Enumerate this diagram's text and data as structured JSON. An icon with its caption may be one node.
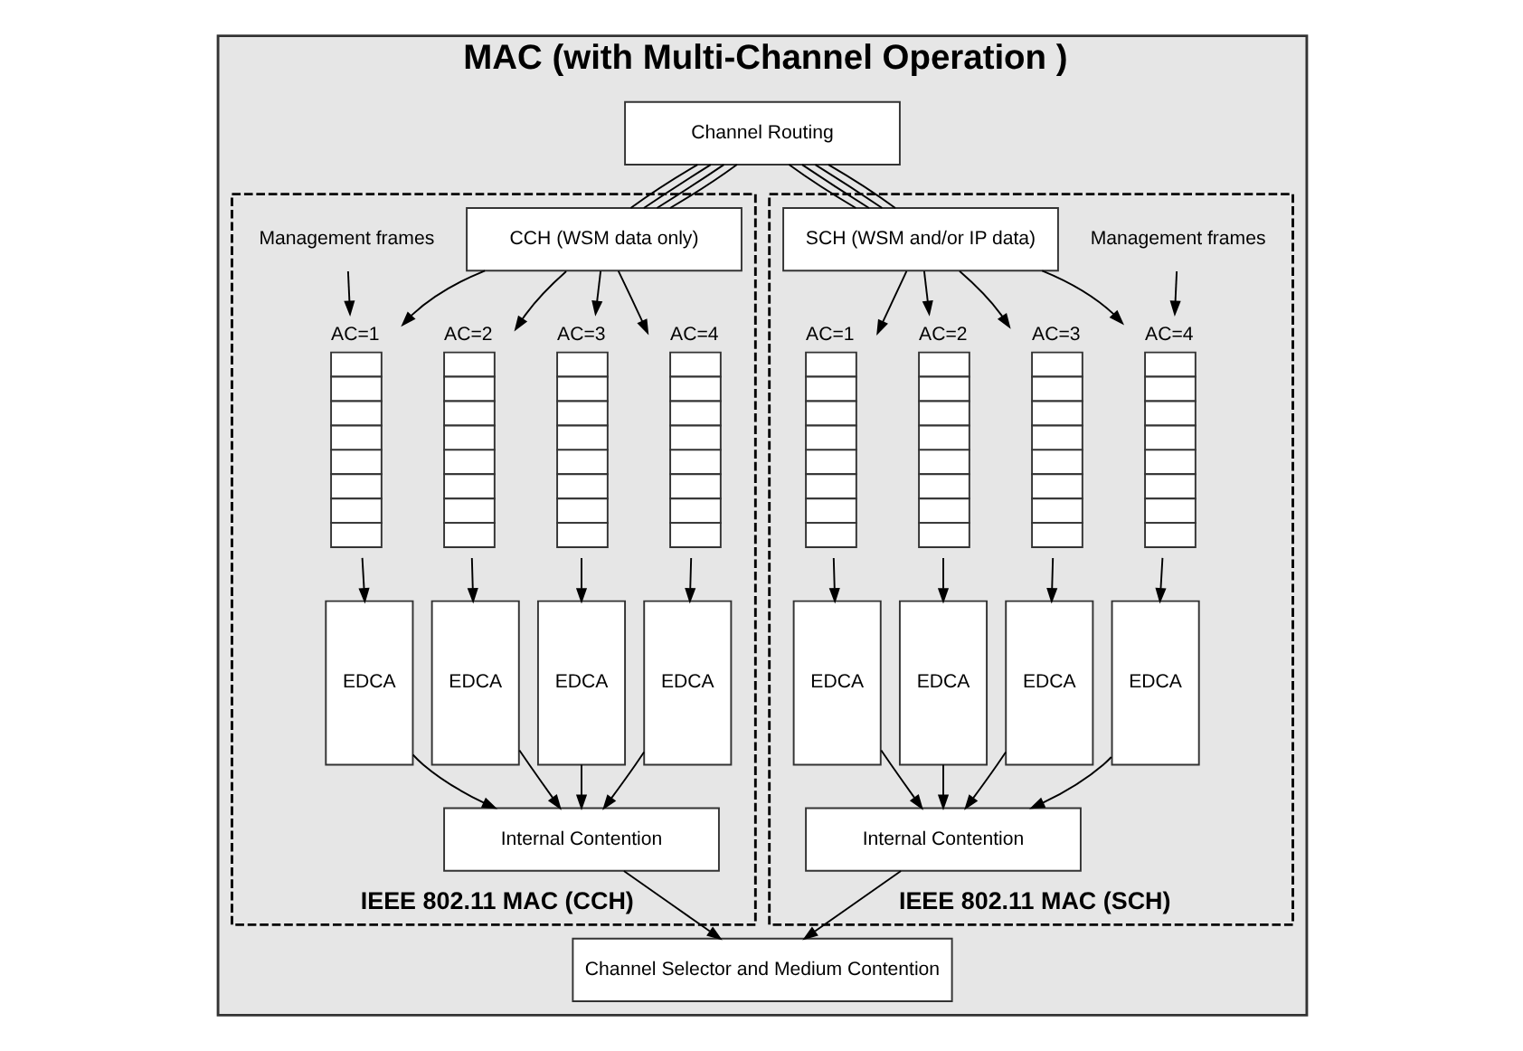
{
  "diagram": {
    "nodes": [
      {
        "text": [
          "MAC (with Multi-Channel Operation )"
        ]
      },
      {
        "text": [
          "Channel Routing"
        ],
        "in": 0
      },
      {
        "text": [
          "IEEE 802.11 MAC (CCH)"
        ],
        "in": 0
      },
      {
        "text": [
          "Management frames"
        ],
        "in": 2
      },
      {
        "text": [
          "CCH (WSM data only)"
        ],
        "in": 2
      },
      {
        "text": [
          "AC=1"
        ],
        "in": 2
      },
      {
        "text": [
          "AC=2"
        ],
        "in": 2
      },
      {
        "text": [
          "AC=3"
        ],
        "in": 2
      },
      {
        "text": [
          "AC=4"
        ],
        "in": 2
      },
      {
        "text": [
          "EDCA"
        ],
        "in": 2
      },
      {
        "text": [
          "EDCA"
        ],
        "in": 2
      },
      {
        "text": [
          "EDCA"
        ],
        "in": 2
      },
      {
        "text": [
          "EDCA"
        ],
        "in": 2
      },
      {
        "text": [
          "Internal Contention"
        ],
        "in": 2
      },
      {
        "text": [
          "IEEE 802.11 MAC (SCH)"
        ],
        "in": 0
      },
      {
        "text": [
          "SCH (WSM and/or IP data)"
        ],
        "in": 14
      },
      {
        "text": [
          "AC=1"
        ],
        "in": 14
      },
      {
        "text": [
          "AC=2"
        ],
        "in": 14
      },
      {
        "text": [
          "AC=3"
        ],
        "in": 14
      },
      {
        "text": [
          "AC=4"
        ],
        "in": 14
      },
      {
        "text": [
          "EDCA"
        ],
        "in": 14
      },
      {
        "text": [
          "EDCA"
        ],
        "in": 14
      },
      {
        "text": [
          "EDCA"
        ],
        "in": 14
      },
      {
        "text": [
          "EDCA"
        ],
        "in": 14
      },
      {
        "text": [
          "Internal Contention"
        ],
        "in": 14
      },
      {
        "text": [
          "Management frames"
        ],
        "in": 14
      },
      {
        "text": [
          "Channel Selector and Medium Contention"
        ],
        "in": 0
      }
    ],
    "edges": [
      {
        "from": 1,
        "to": 4,
        "arrow": "none"
      },
      {
        "from": 1,
        "to": 4,
        "arrow": "none"
      },
      {
        "from": 1,
        "to": 4,
        "arrow": "none"
      },
      {
        "from": 1,
        "to": 4,
        "arrow": "none"
      },
      {
        "from": 1,
        "to": 15,
        "arrow": "none"
      },
      {
        "from": 1,
        "to": 15,
        "arrow": "none"
      },
      {
        "from": 1,
        "to": 15,
        "arrow": "none"
      },
      {
        "from": 1,
        "to": 15,
        "arrow": "none"
      },
      {
        "from": 4,
        "to": 5,
        "arrow": "to"
      },
      {
        "from": 4,
        "to": 6,
        "arrow": "to"
      },
      {
        "from": 4,
        "to": 7,
        "arrow": "to"
      },
      {
        "from": 4,
        "to": 8,
        "arrow": "to"
      },
      {
        "from": 3,
        "to": 5,
        "arrow": "to"
      },
      {
        "from": 5,
        "to": 9,
        "arrow": "to"
      },
      {
        "from": 6,
        "to": 10,
        "arrow": "to"
      },
      {
        "from": 7,
        "to": 11,
        "arrow": "to"
      },
      {
        "from": 8,
        "to": 12,
        "arrow": "to"
      },
      {
        "from": 9,
        "to": 13,
        "arrow": "to"
      },
      {
        "from": 10,
        "to": 13,
        "arrow": "to"
      },
      {
        "from": 11,
        "to": 13,
        "arrow": "to"
      },
      {
        "from": 12,
        "to": 13,
        "arrow": "to"
      },
      {
        "from": 15,
        "to": 16,
        "arrow": "to"
      },
      {
        "from": 15,
        "to": 17,
        "arrow": "to"
      },
      {
        "from": 15,
        "to": 18,
        "arrow": "to"
      },
      {
        "from": 15,
        "to": 19,
        "arrow": "to"
      },
      {
        "from": 25,
        "to": 19,
        "arrow": "to"
      },
      {
        "from": 16,
        "to": 20,
        "arrow": "to"
      },
      {
        "from": 17,
        "to": 21,
        "arrow": "to"
      },
      {
        "from": 18,
        "to": 22,
        "arrow": "to"
      },
      {
        "from": 19,
        "to": 23,
        "arrow": "to"
      },
      {
        "from": 20,
        "to": 24,
        "arrow": "to"
      },
      {
        "from": 21,
        "to": 24,
        "arrow": "to"
      },
      {
        "from": 22,
        "to": 24,
        "arrow": "to"
      },
      {
        "from": 23,
        "to": 24,
        "arrow": "to"
      },
      {
        "from": 13,
        "to": 26,
        "arrow": "to"
      },
      {
        "from": 24,
        "to": 26,
        "arrow": "to"
      }
    ]
  }
}
